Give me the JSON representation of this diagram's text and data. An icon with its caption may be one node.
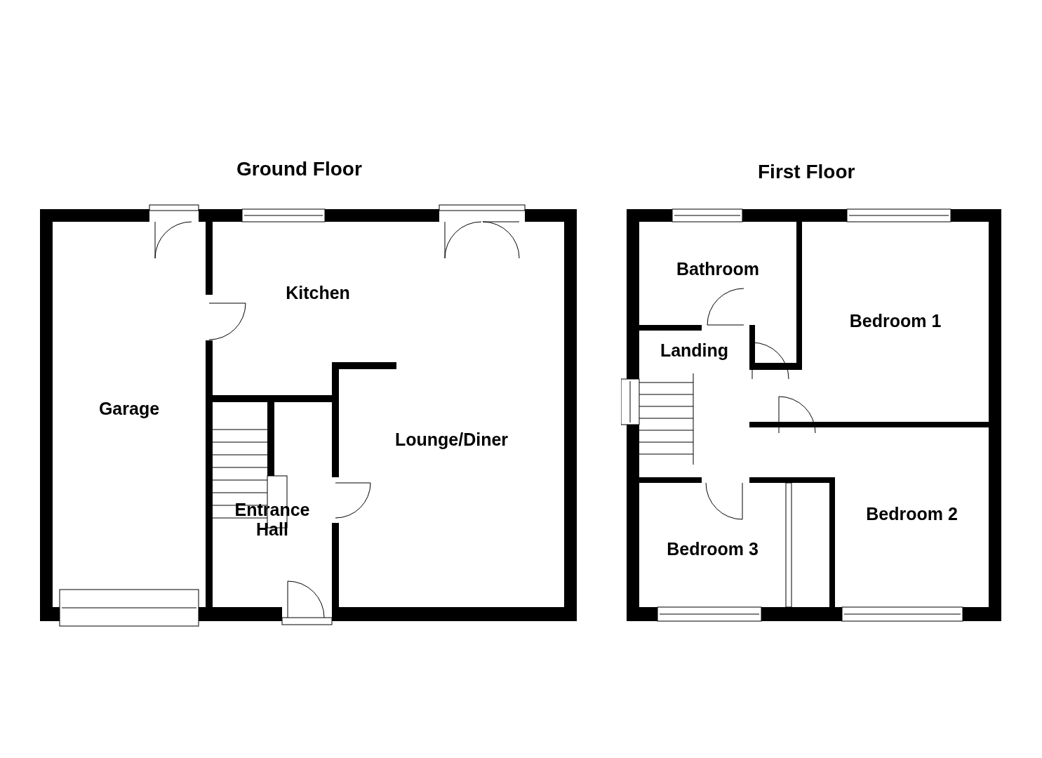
{
  "diagram": {
    "nodes": [
      {
        "text": [
          "Ground Floor"
        ]
      },
      {
        "text": [
          "Garage"
        ],
        "in": 0
      },
      {
        "text": [
          "Kitchen"
        ],
        "in": 0
      },
      {
        "text": [
          "Entrance Hall"
        ],
        "in": 0
      },
      {
        "text": [
          "Lounge/Diner"
        ],
        "in": 0
      },
      {
        "text": [
          "First Floor"
        ]
      },
      {
        "text": [
          "Bathroom"
        ],
        "in": 5
      },
      {
        "text": [
          "Landing"
        ],
        "in": 5
      },
      {
        "text": [
          "Bedroom 1"
        ],
        "in": 5
      },
      {
        "text": [
          "Bedroom 3"
        ],
        "in": 5
      },
      {
        "text": [
          "Bedroom 2"
        ],
        "in": 5
      }
    ],
    "edges": []
  }
}
